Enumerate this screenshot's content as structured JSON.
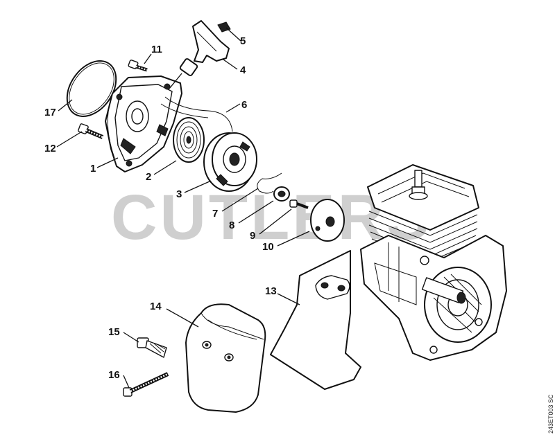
{
  "watermark": "CUTLERS",
  "drawing_code": "243ET003 SC",
  "callouts": [
    "1",
    "2",
    "3",
    "4",
    "5",
    "6",
    "7",
    "8",
    "9",
    "10",
    "11",
    "12",
    "13",
    "14",
    "15",
    "16",
    "17"
  ]
}
